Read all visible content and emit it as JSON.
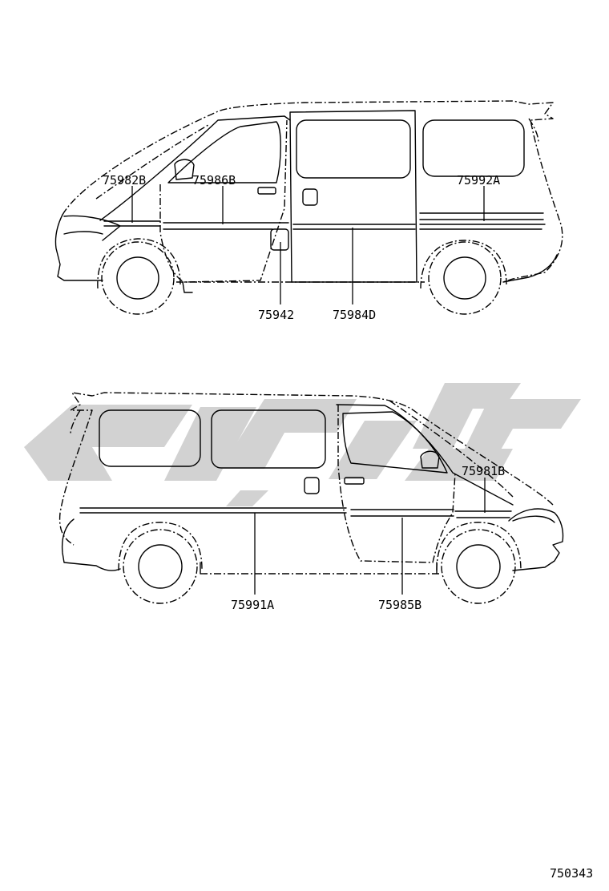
{
  "figure_code": "750343",
  "top_view": {
    "callouts": [
      {
        "id": "a",
        "text": "75982B"
      },
      {
        "id": "b",
        "text": "75986B"
      },
      {
        "id": "c",
        "text": "75992A"
      },
      {
        "id": "d",
        "text": "75942"
      },
      {
        "id": "e",
        "text": "75984D"
      }
    ]
  },
  "bottom_view": {
    "callouts": [
      {
        "id": "a",
        "text": "75981B"
      },
      {
        "id": "b",
        "text": "75991A"
      },
      {
        "id": "c",
        "text": "75985B"
      }
    ]
  },
  "colors": {
    "line": "#000000",
    "watermark": "#d2d2d2",
    "background": "#ffffff"
  }
}
